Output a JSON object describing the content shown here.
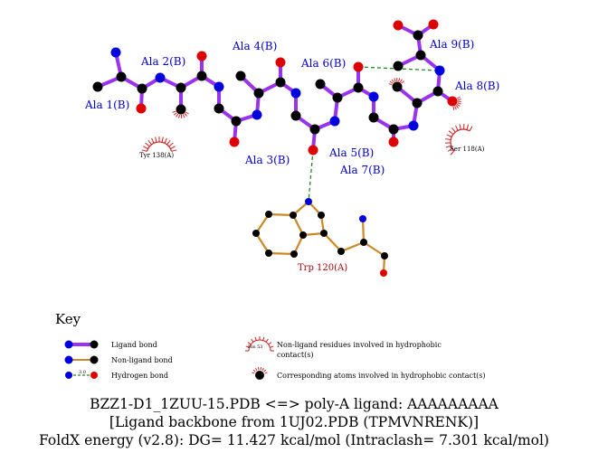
{
  "colors": {
    "ligand_bond": "#9933ee",
    "nonligand_bond": "#cc8822",
    "hbond": "#228822",
    "carbon": "#000000",
    "nitrogen": "#0000dd",
    "oxygen": "#dd0000",
    "hydrophobic_arc": "#cc2222",
    "ligand_label": "#0000cc",
    "protein_label": "#aa0000"
  },
  "ligand_residues": [
    "Ala 1(B)",
    "Ala 2(B)",
    "Ala 3(B)",
    "Ala 4(B)",
    "Ala 5(B)",
    "Ala 6(B)",
    "Ala 7(B)",
    "Ala 8(B)",
    "Ala 9(B)"
  ],
  "protein_residues": {
    "trp": "Trp 120(A)",
    "tyr": "Tyr 138(A)",
    "ser": "Ser 118(A)"
  },
  "key": {
    "title": "Key",
    "items": [
      {
        "label": "Ligand bond"
      },
      {
        "label": "Non-ligand bond"
      },
      {
        "label": "Hydrogen bond",
        "distance_text": "3.0"
      },
      {
        "label_line1": "Non-ligand residues involved in hydrophobic",
        "label_line2": "contact(s)",
        "sample_residue": "His 53"
      },
      {
        "label": "Corresponding atoms involved in hydrophobic contact(s)"
      }
    ]
  },
  "caption": {
    "line1": "BZZ1-D1_1ZUU-15.PDB <=> poly-A ligand: AAAAAAAAA",
    "line2": "[Ligand backbone from 1UJ02.PDB (TPMVNRENK)]",
    "line3": "FoldX energy (v2.8): DG= 11.427 kcal/mol (Intraclash= 7.301 kcal/mol)"
  }
}
